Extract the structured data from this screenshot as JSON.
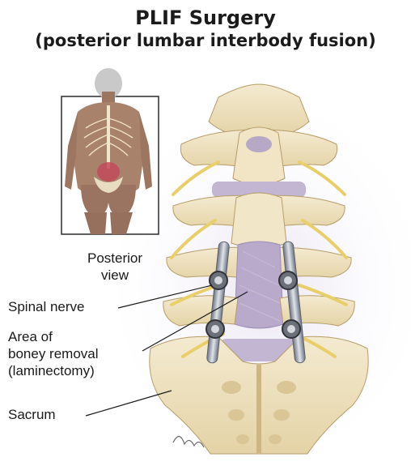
{
  "title": {
    "line1": "PLIF Surgery",
    "line2": "(posterior lumbar interbody fusion)"
  },
  "inset": {
    "caption_line1": "Posterior",
    "caption_line2": "view"
  },
  "labels": {
    "spinal_nerve": "Spinal nerve",
    "bone_removal_line1": "Area of",
    "bone_removal_line2": "boney removal",
    "bone_removal_line3": "(laminectomy)",
    "sacrum": "Sacrum"
  },
  "colors": {
    "bone": "#efe3bd",
    "bone_shadow": "#c9b27c",
    "nerve": "#e8cf6a",
    "disc": "#b7a9c6",
    "skin": "#a9826c",
    "rod": "#9aa0ad",
    "screw": "#4a4f57"
  }
}
